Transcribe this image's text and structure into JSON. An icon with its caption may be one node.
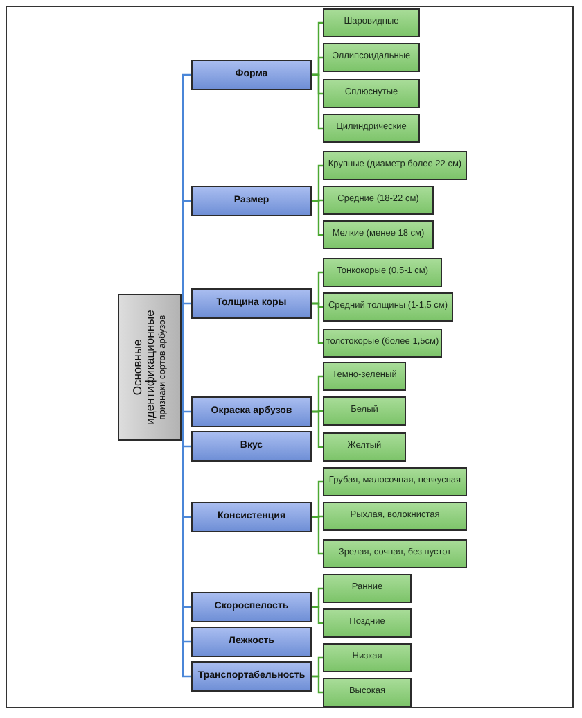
{
  "diagram": {
    "nodes": [
      {
        "text": [
          "Основные идентификационные",
          "признаки сортов арбузов"
        ]
      },
      {
        "text": [
          "Форма"
        ]
      },
      {
        "text": [
          "Размер"
        ]
      },
      {
        "text": [
          "Толщина коры"
        ]
      },
      {
        "text": [
          "Окраска арбузов"
        ]
      },
      {
        "text": [
          "Вкус"
        ]
      },
      {
        "text": [
          "Консистенция"
        ]
      },
      {
        "text": [
          "Скороспелость"
        ]
      },
      {
        "text": [
          "Лежкость"
        ]
      },
      {
        "text": [
          "Транспортабельность"
        ]
      },
      {
        "text": [
          "Шаровидные"
        ]
      },
      {
        "text": [
          "Эллипсоидальные"
        ]
      },
      {
        "text": [
          "Сплюснутые"
        ]
      },
      {
        "text": [
          "Цилиндрические"
        ]
      },
      {
        "text": [
          "Крупные (диаметр более 22 см)"
        ]
      },
      {
        "text": [
          "Средние (18-22 см)"
        ]
      },
      {
        "text": [
          "Мелкие (менее 18 см)"
        ]
      },
      {
        "text": [
          "Тонкокорые (0,5-1 см)"
        ]
      },
      {
        "text": [
          "Средний толщины (1-1,5 см)"
        ]
      },
      {
        "text": [
          "толстокорые (более 1,5см)"
        ]
      },
      {
        "text": [
          "Темно-зеленый"
        ]
      },
      {
        "text": [
          "Белый"
        ]
      },
      {
        "text": [
          "Желтый"
        ]
      },
      {
        "text": [
          "Грубая, малосочная, невкусная"
        ]
      },
      {
        "text": [
          "Рыхлая, волокнистая"
        ]
      },
      {
        "text": [
          "Зрелая, сочная, без пустот"
        ]
      },
      {
        "text": [
          "Ранние"
        ]
      },
      {
        "text": [
          "Поздние"
        ]
      },
      {
        "text": [
          "Низкая"
        ]
      },
      {
        "text": [
          "Высокая"
        ]
      }
    ],
    "edges": [
      {
        "from": 0,
        "to": 1,
        "arrow": "none",
        "color": "#4a86d8"
      },
      {
        "from": 0,
        "to": 2,
        "arrow": "none",
        "color": "#4a86d8"
      },
      {
        "from": 0,
        "to": 3,
        "arrow": "none",
        "color": "#4a86d8"
      },
      {
        "from": 0,
        "to": 4,
        "arrow": "none",
        "color": "#4a86d8"
      },
      {
        "from": 0,
        "to": 5,
        "arrow": "none",
        "color": "#4a86d8"
      },
      {
        "from": 0,
        "to": 6,
        "arrow": "none",
        "color": "#4a86d8"
      },
      {
        "from": 0,
        "to": 7,
        "arrow": "none",
        "color": "#4a86d8"
      },
      {
        "from": 0,
        "to": 8,
        "arrow": "none",
        "color": "#4a86d8"
      },
      {
        "from": 0,
        "to": 9,
        "arrow": "none",
        "color": "#4a86d8"
      },
      {
        "from": 1,
        "to": 10,
        "arrow": "none"
      },
      {
        "from": 1,
        "to": 11,
        "arrow": "none"
      },
      {
        "from": 1,
        "to": 12,
        "arrow": "none"
      },
      {
        "from": 1,
        "to": 13,
        "arrow": "none"
      },
      {
        "from": 2,
        "to": 14,
        "arrow": "none"
      },
      {
        "from": 2,
        "to": 15,
        "arrow": "none"
      },
      {
        "from": 2,
        "to": 16,
        "arrow": "none"
      },
      {
        "from": 3,
        "to": 17,
        "arrow": "none"
      },
      {
        "from": 3,
        "to": 18,
        "arrow": "none"
      },
      {
        "from": 3,
        "to": 19,
        "arrow": "none"
      },
      {
        "from": 4,
        "to": 20,
        "arrow": "none"
      },
      {
        "from": 4,
        "to": 21,
        "arrow": "none"
      },
      {
        "from": 4,
        "to": 22,
        "arrow": "none"
      },
      {
        "from": 6,
        "to": 23,
        "arrow": "none"
      },
      {
        "from": 6,
        "to": 24,
        "arrow": "none"
      },
      {
        "from": 6,
        "to": 25,
        "arrow": "none"
      },
      {
        "from": 7,
        "to": 26,
        "arrow": "none"
      },
      {
        "from": 7,
        "to": 27,
        "arrow": "none"
      },
      {
        "from": 9,
        "to": 28,
        "arrow": "none"
      },
      {
        "from": 9,
        "to": 29,
        "arrow": "none"
      }
    ]
  }
}
